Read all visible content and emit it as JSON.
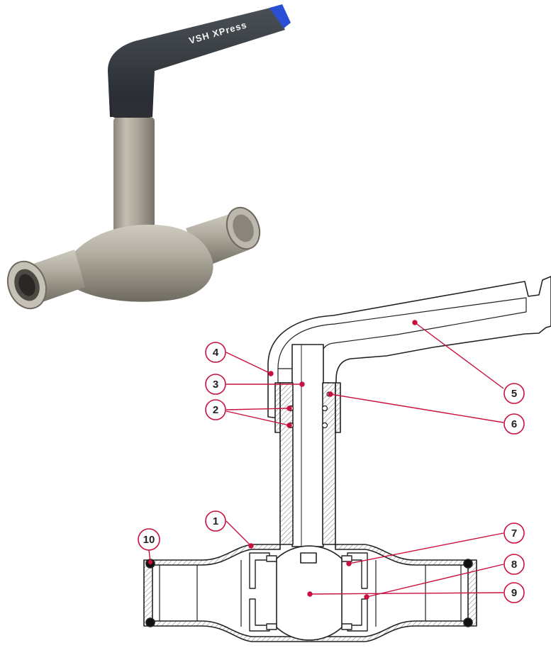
{
  "product": {
    "handle_brand": "VSH XPress"
  },
  "callouts": [
    "1",
    "2",
    "3",
    "4",
    "5",
    "6",
    "7",
    "8",
    "9",
    "10"
  ],
  "colors": {
    "accent": "#c8103e",
    "outline": "#222222",
    "handle": "#33383c",
    "handle_tip": "#2a4fd4",
    "steel": "#a8a395",
    "hatch": "#999999"
  }
}
